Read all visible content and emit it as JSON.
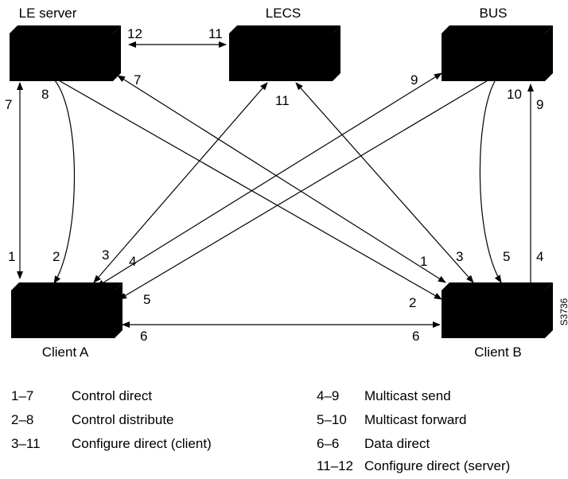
{
  "nodes": {
    "le_server": "LE server",
    "lecs": "LECS",
    "bus": "BUS",
    "client_a": "Client A",
    "client_b": "Client B"
  },
  "figure_id": "S3736",
  "connection_numbers": {
    "n12": "12",
    "n11_top": "11",
    "n7_ls_left": "7",
    "n8": "8",
    "n7_ls_right": "7",
    "n11_lecs": "11",
    "n9_bus_left": "9",
    "n10": "10",
    "n9_bus_right": "9",
    "n1_a": "1",
    "n2_a": "2",
    "n3_a": "3",
    "n4_a": "4",
    "n5_a": "5",
    "n6_a": "6",
    "n1_b": "1",
    "n3_b": "3",
    "n5_b": "5",
    "n4_b": "4",
    "n2_b": "2",
    "n6_b": "6"
  },
  "legend": {
    "left": [
      {
        "code": "1–7",
        "desc": "Control direct"
      },
      {
        "code": "2–8",
        "desc": "Control distribute"
      },
      {
        "code": "3–11",
        "desc": "Configure direct (client)"
      }
    ],
    "right": [
      {
        "code": "4–9",
        "desc": "Multicast send"
      },
      {
        "code": "5–10",
        "desc": "Multicast forward"
      },
      {
        "code": "6–6",
        "desc": "Data direct"
      },
      {
        "code": "11–12",
        "desc": "Configure direct (server)"
      }
    ]
  }
}
